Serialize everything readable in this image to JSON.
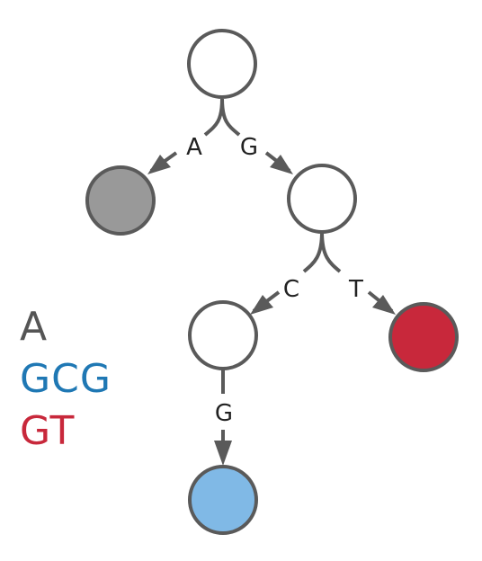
{
  "legend": [
    {
      "text": "A",
      "color": "#555555"
    },
    {
      "text": "GCG",
      "color": "#1f78b4"
    },
    {
      "text": "GT",
      "color": "#c8283b"
    }
  ],
  "edge_labels": {
    "root_to_n1": "A",
    "root_to_n2": "G",
    "n2_to_n3": "C",
    "n2_to_n4": "T",
    "n3_to_n5": "G"
  },
  "colors": {
    "stroke": "#5a5a5a",
    "empty_node": "#ffffff",
    "word_A": "#999999",
    "word_GT": "#c8283b",
    "word_GCG": "#80b9e6"
  }
}
